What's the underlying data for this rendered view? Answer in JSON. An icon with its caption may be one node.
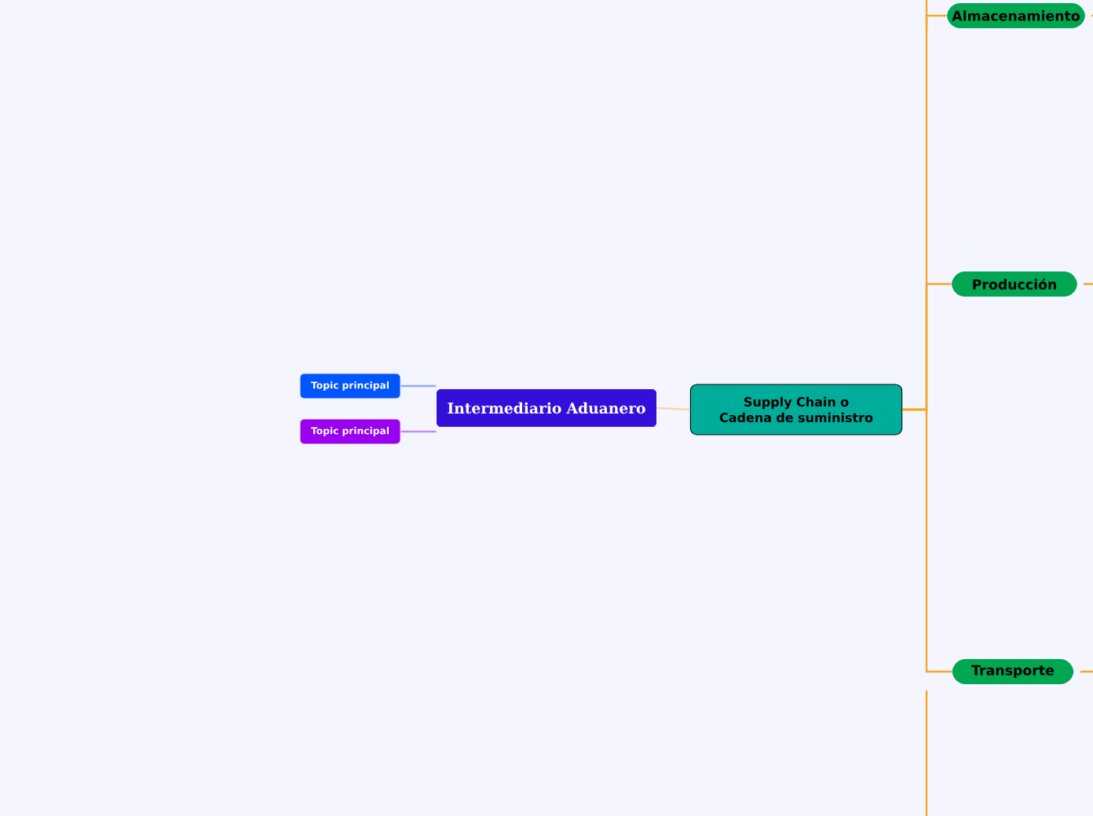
{
  "diagram": {
    "nodes": [
      {
        "text": [
          "Supply Chain o Cadena de suministro"
        ]
      },
      {
        "text": [
          "Intermediario Aduanero"
        ]
      },
      {
        "text": [
          "Topic principal"
        ]
      },
      {
        "text": [
          "Topic principal"
        ]
      },
      {
        "text": [
          "Almacenamiento"
        ]
      },
      {
        "text": [
          "Producción"
        ]
      },
      {
        "text": [
          "Transporte"
        ]
      }
    ],
    "edges": [
      {
        "from": 0,
        "to": 1,
        "arrow": "none",
        "color": "#f8d6ae"
      },
      {
        "from": 1,
        "to": 2,
        "arrow": "none",
        "color": "#8fabff"
      },
      {
        "from": 1,
        "to": 3,
        "arrow": "none",
        "color": "#c58cf5"
      },
      {
        "from": 0,
        "to": 4,
        "arrow": "none"
      },
      {
        "from": 0,
        "to": 5,
        "arrow": "none"
      },
      {
        "from": 0,
        "to": 6,
        "arrow": "none"
      }
    ]
  }
}
